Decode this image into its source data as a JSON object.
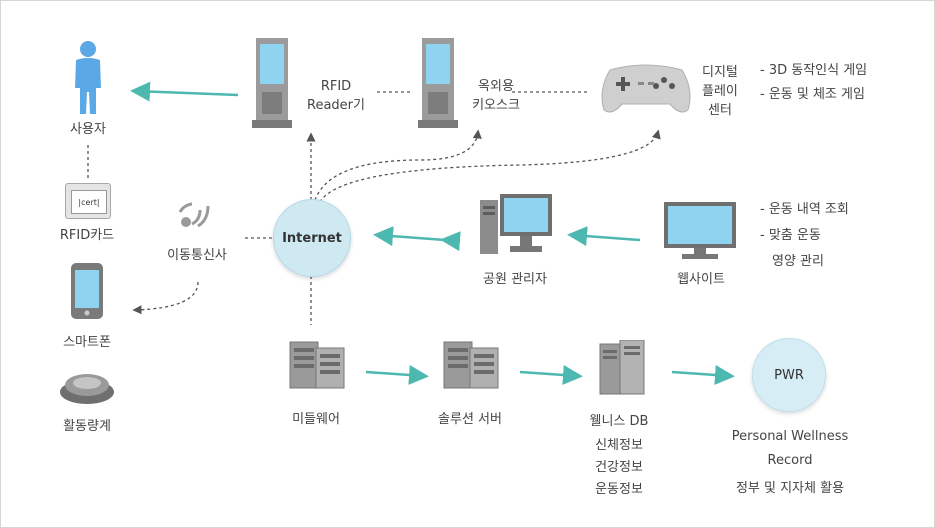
{
  "nodes": {
    "user": "사용자",
    "rfid_card": "RFID카드",
    "card_text": "|cert|",
    "smartphone": "스마트폰",
    "activity_meter": "활동량계",
    "mobile_carrier": "이동통신사",
    "rfid_reader_l1": "RFID",
    "rfid_reader_l2": "Reader기",
    "kiosk_l1": "옥외용",
    "kiosk_l2": "키오스크",
    "digital_l1": "디지털",
    "digital_l2": "플레이",
    "digital_l3": "센터",
    "internet": "Internet",
    "park_admin": "공원 관리자",
    "website": "웹사이트",
    "middleware": "미들웨어",
    "solution_server": "솔루션 서버",
    "wellness_db": "웰니스 DB",
    "db_items": [
      "신체정보",
      "건강정보",
      "운동정보"
    ],
    "pwr": "PWR",
    "pwr_l1": "Personal Wellness",
    "pwr_l2": "Record",
    "pwr_l3": "정부 및 지자체 활용"
  },
  "notes": {
    "digital": [
      "- 3D 동작인식 게임",
      "- 운동 및 체조 게임"
    ],
    "website": [
      "- 운동 내역 조회",
      "- 맞춤 운동",
      "영양 관리"
    ]
  },
  "colors": {
    "arrow": "#4db8b0",
    "bubble": "#cfe9f3",
    "text": "#444444"
  }
}
